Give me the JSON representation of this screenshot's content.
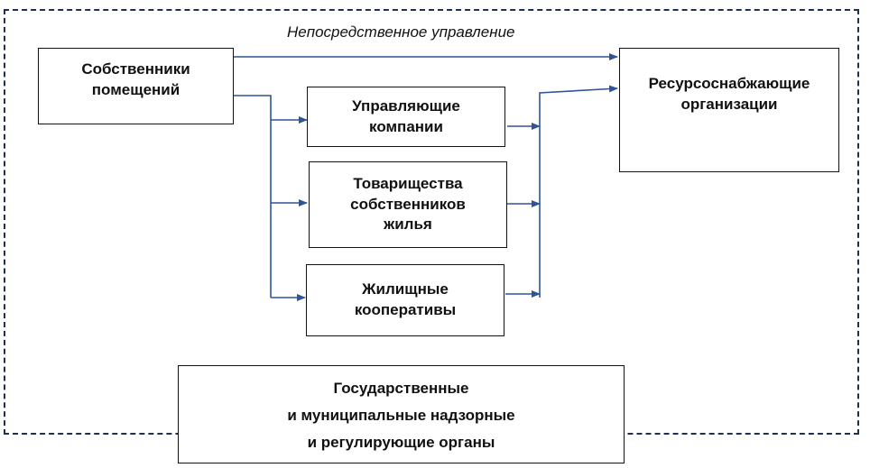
{
  "diagram": {
    "caption": "Непосредственное управление",
    "boxes": {
      "owners": "Собственники\nпомещений",
      "management": "Управляющие\nкомпании",
      "hoa": "Товарищества\nсобственников\nжилья",
      "coops": "Жилищные\nкооперативы",
      "resource": "Ресурсоснабжающие\nорганизации",
      "state": "Государственные\nи муниципальные надзорные\nи регулирующие органы"
    },
    "colors": {
      "arrow": "#2f5597",
      "frame": "#1f2f4f",
      "box_border": "#111111"
    }
  }
}
